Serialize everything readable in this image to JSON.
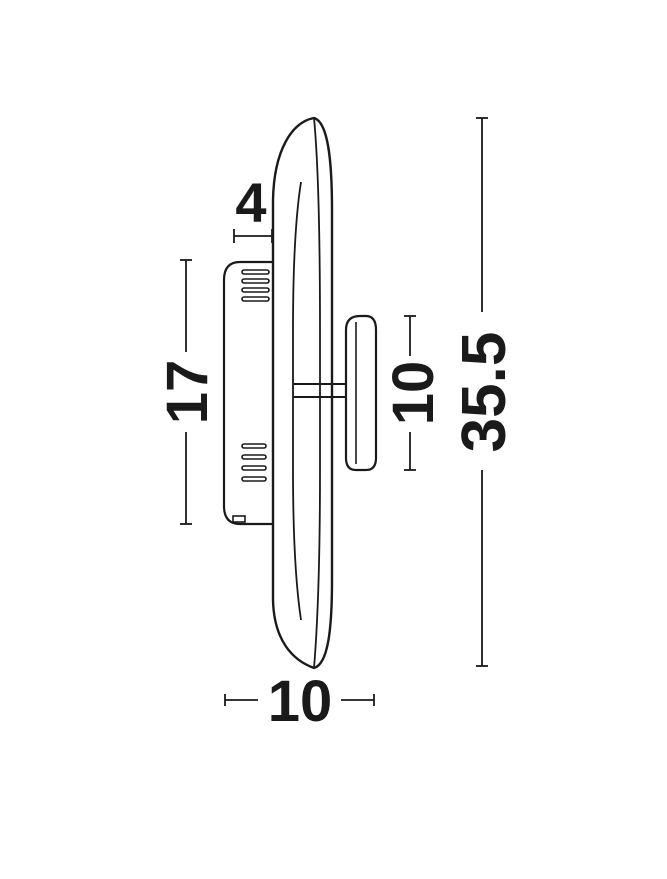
{
  "dimensions": {
    "mount_depth": "4",
    "canopy_height": "17",
    "base_diameter": "10",
    "overall_height": "35.5",
    "overall_depth": "10"
  },
  "colors": {
    "stroke": "#1a1a1a",
    "background": "#ffffff"
  }
}
